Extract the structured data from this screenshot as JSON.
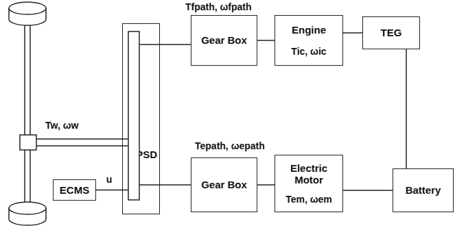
{
  "diagram": {
    "nodes": [
      {
        "text": [
          "PSD"
        ]
      },
      {
        "text": [
          "Gear Box"
        ]
      },
      {
        "text": [
          "Engine",
          "Tic, ωic"
        ]
      },
      {
        "text": [
          "TEG"
        ]
      },
      {
        "text": [
          "Gear Box"
        ]
      },
      {
        "text": [
          "Electric Motor",
          "Tem, ωem"
        ]
      },
      {
        "text": [
          "Battery"
        ]
      },
      {
        "text": [
          "ECMS"
        ]
      }
    ],
    "edges": [
      {
        "from": 0,
        "to": 1,
        "arrow": "none"
      },
      {
        "from": 1,
        "to": 2,
        "arrow": "none"
      },
      {
        "from": 2,
        "to": 3,
        "arrow": "none"
      },
      {
        "from": 3,
        "to": 6,
        "arrow": "none"
      },
      {
        "from": 0,
        "to": 4,
        "arrow": "none"
      },
      {
        "from": 4,
        "to": 5,
        "arrow": "none"
      },
      {
        "from": 5,
        "to": 6,
        "arrow": "none"
      },
      {
        "from": 7,
        "to": 0,
        "label": "u",
        "arrow": "none"
      }
    ],
    "labels": [
      "Tfpath, ωfpath",
      "Tepath, ωepath",
      "Tw, ωw"
    ]
  }
}
